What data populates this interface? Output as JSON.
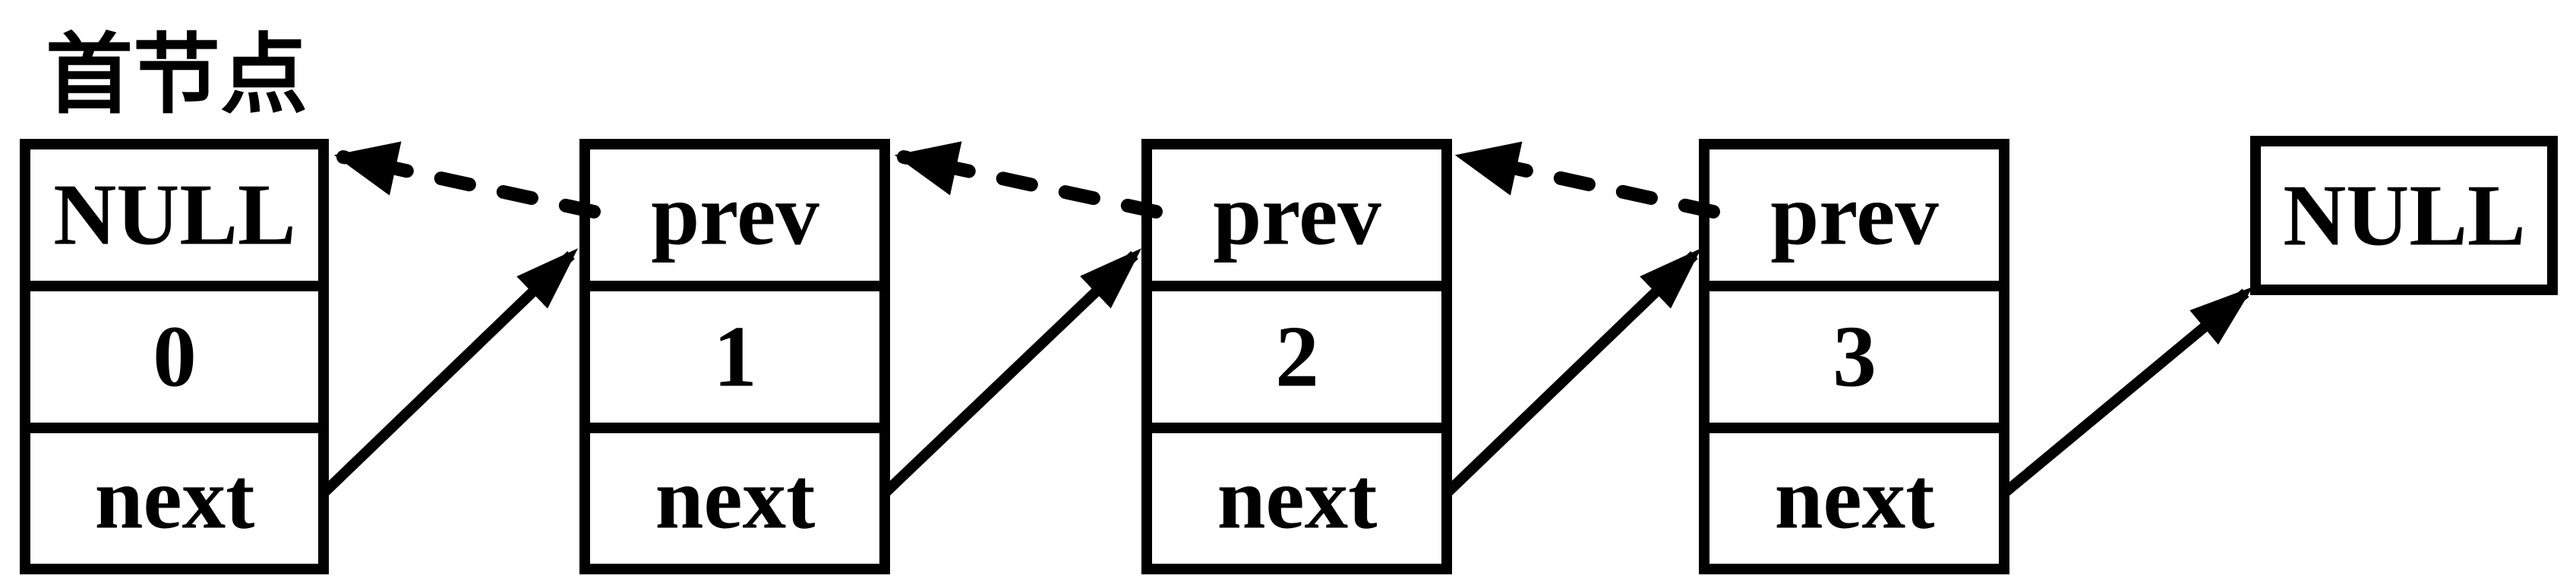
{
  "head_pointer_label": "首节点",
  "nodes": [
    {
      "prev_field": "NULL",
      "data_field": "0",
      "next_field": "next"
    },
    {
      "prev_field": "prev",
      "data_field": "1",
      "next_field": "next"
    },
    {
      "prev_field": "prev",
      "data_field": "2",
      "next_field": "next"
    },
    {
      "prev_field": "prev",
      "data_field": "3",
      "next_field": "next"
    }
  ],
  "tail_terminator_label": "NULL",
  "colors": {
    "ink": "#000000",
    "background": "#ffffff"
  }
}
